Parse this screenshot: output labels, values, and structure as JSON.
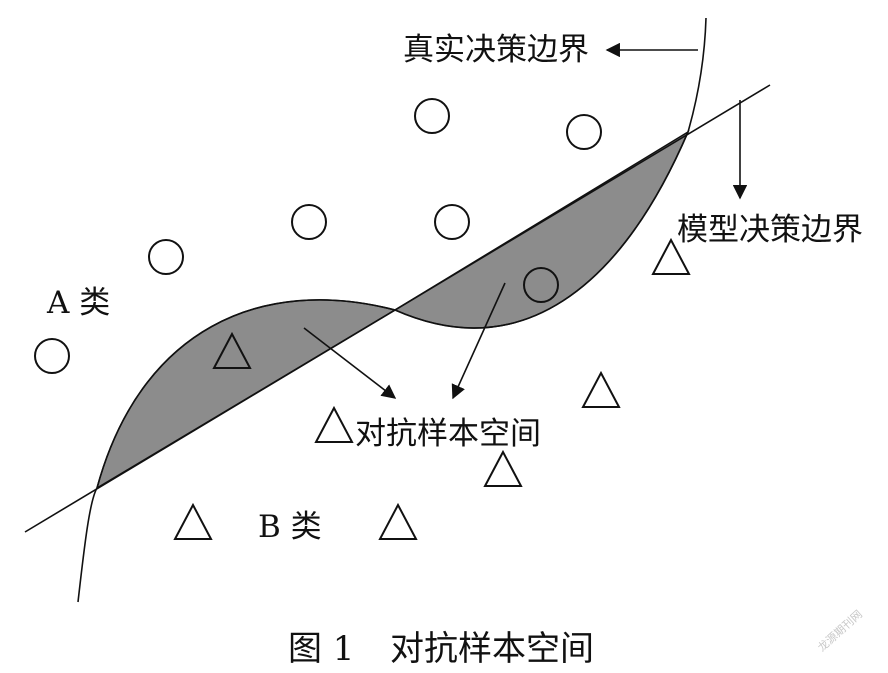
{
  "labels": {
    "true_boundary": "真实决策边界",
    "model_boundary": "模型决策边界",
    "class_a": "A 类",
    "class_b": "B 类",
    "adversarial_space": "对抗样本空间"
  },
  "caption": {
    "figure_no": "图 1",
    "title": "对抗样本空间"
  },
  "watermark": "龙源期刊网",
  "colors": {
    "stroke": "#111111",
    "region_fill": "#8c8c8c",
    "background": "#ffffff"
  },
  "legend": {
    "class_a_marker": "circle",
    "class_b_marker": "triangle"
  }
}
